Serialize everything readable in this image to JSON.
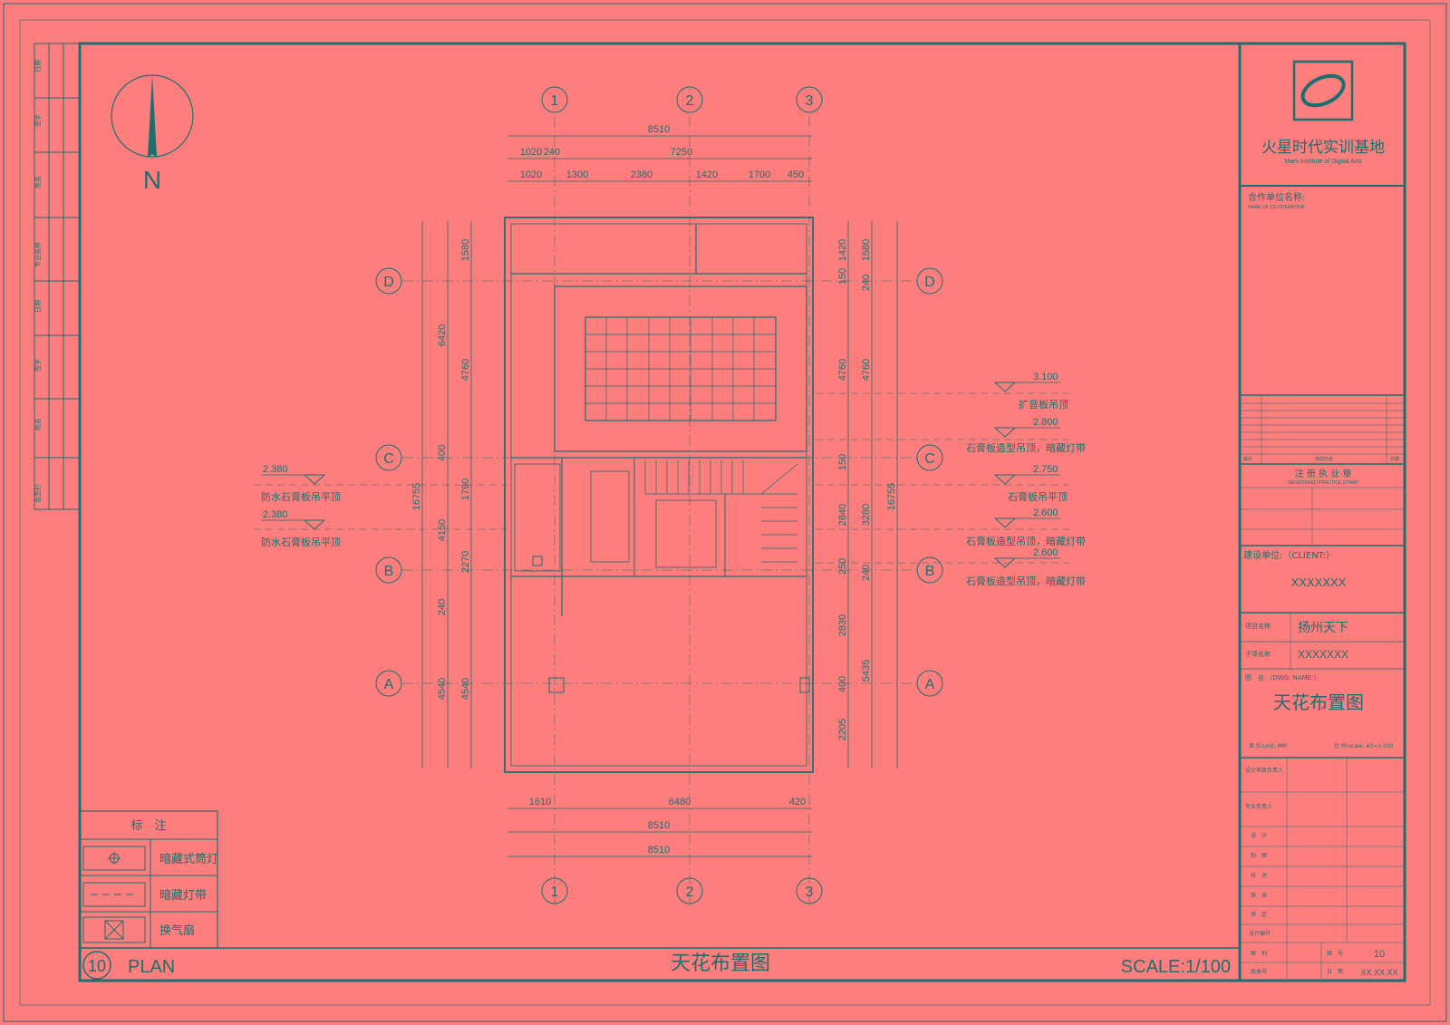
{
  "north_label": "N",
  "axes": {
    "columns": [
      "1",
      "2",
      "3"
    ],
    "rows": [
      "D",
      "C",
      "B",
      "A"
    ]
  },
  "dims": {
    "top_total": "8510",
    "top_mid": [
      "1020",
      "240",
      "7250"
    ],
    "top_detail": [
      "1020",
      "1300",
      "2380",
      "1420",
      "1700",
      "450"
    ],
    "bottom_detail": [
      "1610",
      "6480",
      "420"
    ],
    "bottom_total_1": "8510",
    "bottom_total_2": "8510",
    "left_total": "16755",
    "left_mid": [
      "6420",
      "4150",
      "4540"
    ],
    "left_detail": [
      "1580",
      "4760",
      "400",
      "1790",
      "2270",
      "240",
      "4540"
    ],
    "right_total": "16755",
    "right_outer": [
      "1580",
      "4760",
      "240",
      "3280",
      "240",
      "5435"
    ],
    "right_inner": [
      "1420",
      "150",
      "4760",
      "150",
      "2840",
      "250",
      "2830",
      "400",
      "2205"
    ]
  },
  "levels_right": [
    {
      "value": "3.100",
      "label": "扩音板吊顶"
    },
    {
      "value": "2.800",
      "label": "石膏板造型吊顶，暗藏灯带"
    },
    {
      "value": "2.750",
      "label": "石膏板吊平顶"
    },
    {
      "value": "2.600",
      "label": "石膏板造型吊顶，暗藏灯带"
    },
    {
      "value": "2.600",
      "label": "石膏板造型吊顶，暗藏灯带"
    }
  ],
  "levels_left": [
    {
      "value": "2.380",
      "label": "防水石膏板吊平顶"
    },
    {
      "value": "2.380",
      "label": "防水石膏板吊平顶"
    }
  ],
  "legend": {
    "title": "标　注",
    "items": [
      "暗藏式筒灯",
      "暗藏灯带",
      "换气扇"
    ]
  },
  "footer": {
    "number": "10",
    "plan": "PLAN",
    "title": "天花布置图",
    "scale": "SCALE:1/100"
  },
  "title_block": {
    "company": "火星时代实训基地",
    "company_en": "Mars Institute of Digital Arts",
    "coop_label": "合作单位名称:",
    "coop_en": "NAME OF CO-OPERATION:",
    "rev_label": "版次",
    "rev_desc": "修改内容",
    "rev_date": "日期",
    "stamp": "注 册 执 业 章",
    "stamp_en": "REGISTERED PRACTICE STAMP",
    "client_label": "建设单位:（CLIENT:）",
    "client": "XXXXXXX",
    "project_label": "项目名称",
    "project": "扬州天下",
    "sub_label": "子项名称",
    "sub": "XXXXXXX",
    "drawing_label": "图　名:（DWG. NAME:）",
    "drawing_name": "天花布置图",
    "unit": "单 位:unit: MM",
    "scale": "比 例:scale: A3=1:100",
    "roles": [
      "设计项目负责人",
      "专业负责人",
      "设　计",
      "制　图",
      "校　对",
      "审　核",
      "审　定",
      "设计编号",
      "图　别",
      "版本号"
    ],
    "sheet_no_label": "图　号",
    "sheet_no": "10",
    "date_label": "日　期",
    "date": "XX.XX.XX"
  },
  "left_strip": [
    "日期",
    "签字",
    "姓名",
    "专业名称",
    "日期",
    "签字",
    "姓名",
    "会签栏"
  ]
}
